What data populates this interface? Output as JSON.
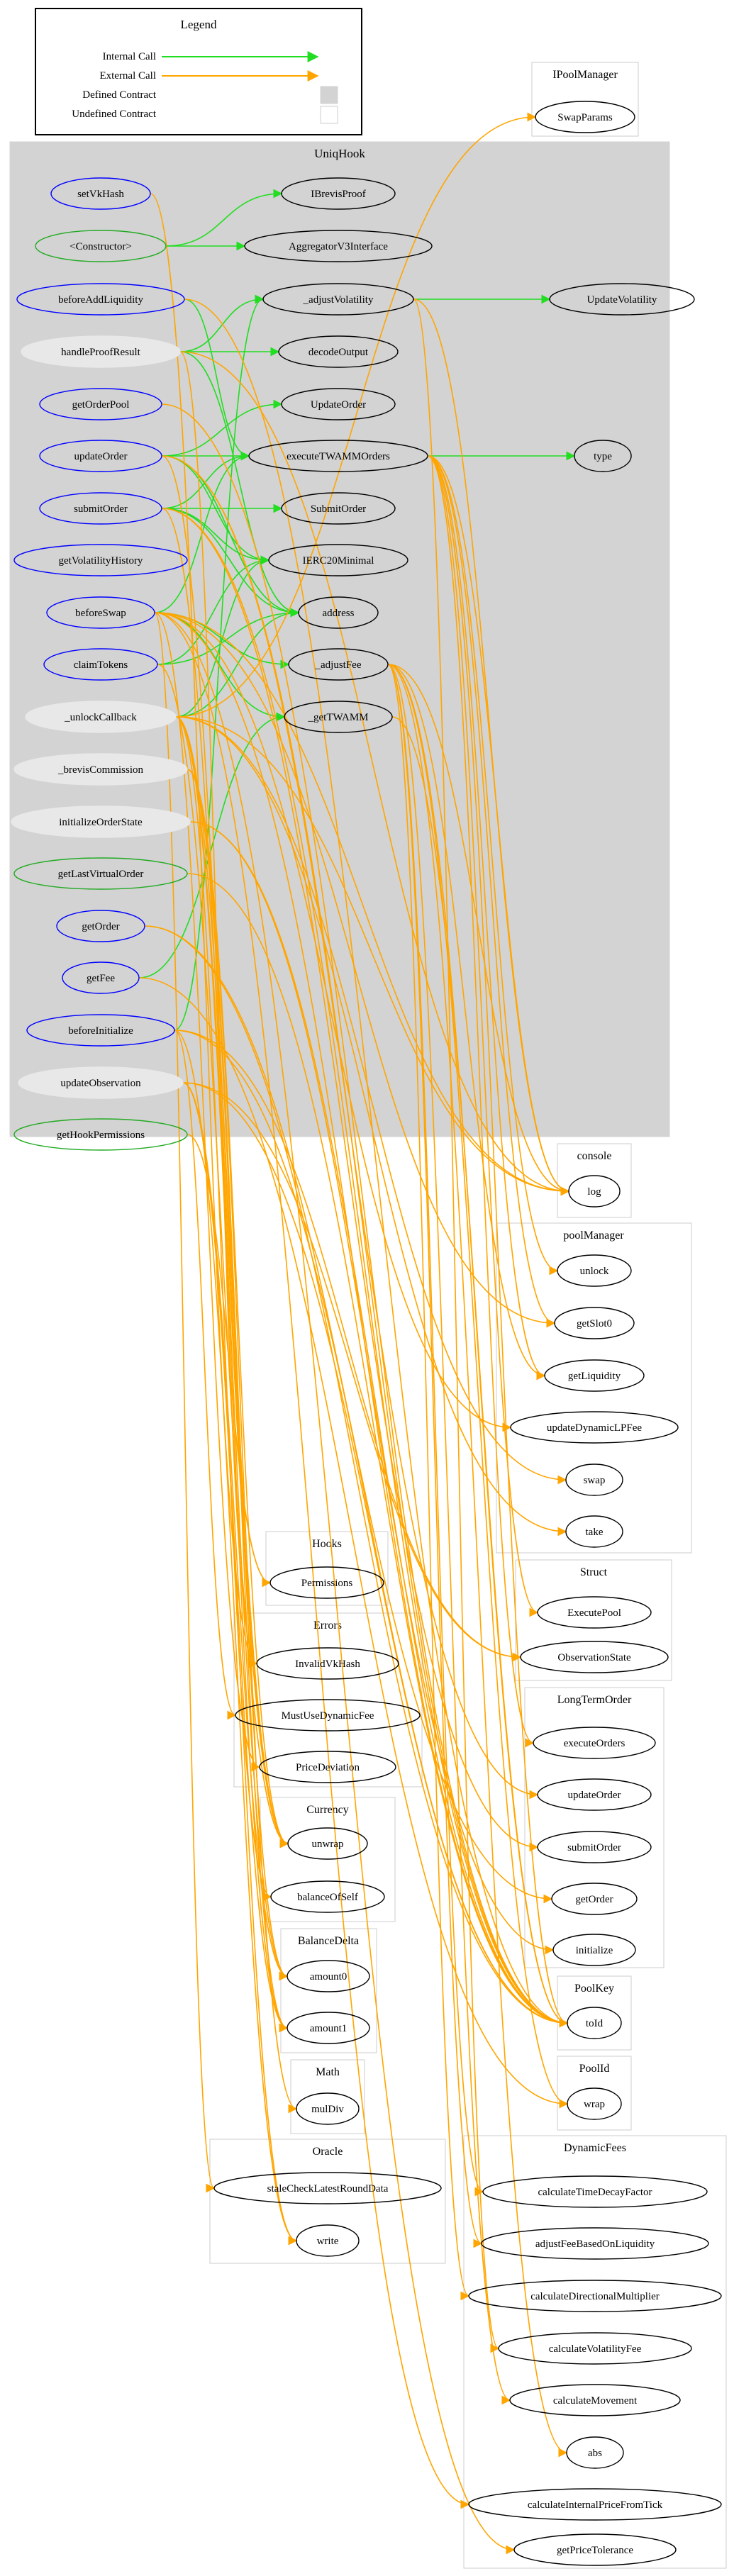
{
  "legend": {
    "title": "Legend",
    "internal_call": "Internal Call",
    "external_call": "External Call",
    "defined_contract": "Defined Contract",
    "undefined_contract": "Undefined Contract"
  },
  "colors": {
    "internal": "#22dd22",
    "external": "#ffa500",
    "defined_fill": "#d3d3d3",
    "public_fn": "#0000ff",
    "modifier_fn": "#22aa22",
    "internal_fn": "#e8e8e8"
  },
  "clusters": {
    "UniqHook": "UniqHook",
    "IPoolManager": "IPoolManager",
    "console": "console",
    "poolManager": "poolManager",
    "Struct": "Struct",
    "LongTermOrder": "LongTermOrder",
    "PoolKey": "PoolKey",
    "PoolId": "PoolId",
    "DynamicFees": "DynamicFees",
    "Hooks": "Hooks",
    "Errors": "Errors",
    "Currency": "Currency",
    "BalanceDelta": "BalanceDelta",
    "Math": "Math",
    "Oracle": "Oracle"
  },
  "nodes": {
    "setVkHash": "setVkHash",
    "IBrevisProof": "IBrevisProof",
    "Constructor": "<Constructor>",
    "AggregatorV3Interface": "AggregatorV3Interface",
    "beforeAddLiquidity": "beforeAddLiquidity",
    "adjustVolatility": "_adjustVolatility",
    "UpdateVolatility": "UpdateVolatility",
    "handleProofResult": "handleProofResult",
    "decodeOutput": "decodeOutput",
    "getOrderPool": "getOrderPool",
    "UpdateOrder": "UpdateOrder",
    "updateOrder": "updateOrder",
    "executeTWAMMOrders": "executeTWAMMOrders",
    "type": "type",
    "submitOrder": "submitOrder",
    "SubmitOrder": "SubmitOrder",
    "getVolatilityHistory": "getVolatilityHistory",
    "IERC20Minimal": "IERC20Minimal",
    "beforeSwap": "beforeSwap",
    "address": "address",
    "claimTokens": "claimTokens",
    "adjustFee": "_adjustFee",
    "unlockCallback": "_unlockCallback",
    "getTWAMM": "_getTWAMM",
    "brevisCommission": "_brevisCommission",
    "initializeOrderState": "initializeOrderState",
    "getLastVirtualOrder": "getLastVirtualOrder",
    "getOrder": "getOrder",
    "getFee": "getFee",
    "beforeInitialize": "beforeInitialize",
    "updateObservation": "updateObservation",
    "getHookPermissions": "getHookPermissions",
    "SwapParams": "SwapParams",
    "log": "log",
    "unlock": "unlock",
    "getSlot0": "getSlot0",
    "getLiquidity": "getLiquidity",
    "updateDynamicLPFee": "updateDynamicLPFee",
    "swap": "swap",
    "take": "take",
    "ExecutePool": "ExecutePool",
    "ObservationState": "ObservationState",
    "executeOrders": "executeOrders",
    "lto_updateOrder": "updateOrder",
    "lto_submitOrder": "submitOrder",
    "lto_getOrder": "getOrder",
    "initialize": "initialize",
    "toId": "toId",
    "wrap": "wrap",
    "calculateTimeDecayFactor": "calculateTimeDecayFactor",
    "adjustFeeBasedOnLiquidity": "adjustFeeBasedOnLiquidity",
    "calculateDirectionalMultiplier": "calculateDirectionalMultiplier",
    "calculateVolatilityFee": "calculateVolatilityFee",
    "calculateMovement": "calculateMovement",
    "abs": "abs",
    "calculateInternalPriceFromTick": "calculateInternalPriceFromTick",
    "getPriceTolerance": "getPriceTolerance",
    "Permissions": "Permissions",
    "InvalidVkHash": "InvalidVkHash",
    "MustUseDynamicFee": "MustUseDynamicFee",
    "PriceDeviation": "PriceDeviation",
    "unwrap": "unwrap",
    "balanceOfSelf": "balanceOfSelf",
    "amount0": "amount0",
    "amount1": "amount1",
    "mulDiv": "mulDiv",
    "staleCheckLatestRoundData": "staleCheckLatestRoundData",
    "write": "write"
  }
}
